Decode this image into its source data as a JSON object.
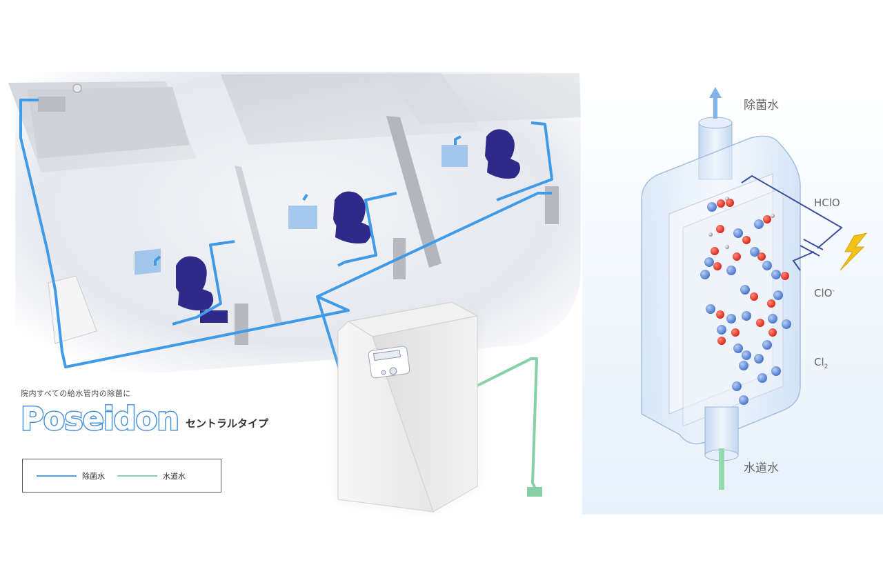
{
  "brand": {
    "caption": "院内すべての給水管内の除菌に",
    "logo": "Poseidon",
    "subtitle": "セントラルタイプ"
  },
  "legend": {
    "items": [
      {
        "label": "除菌水",
        "color": "#4a9fe6"
      },
      {
        "label": "水道水",
        "color": "#86d0a8"
      }
    ]
  },
  "diagram": {
    "labels": {
      "outlet": "除菌水",
      "inlet": "水道水",
      "hclo": "HClO",
      "clo": "ClO",
      "clo_sup": "-",
      "cl2": "Cl",
      "cl2_sub": "2"
    }
  },
  "colors": {
    "sterilized_pipe": "#3f9be8",
    "tap_pipe": "#86d0a8",
    "chair": "#2d2a8a",
    "oxygen": "#e0341f",
    "chlorine": "#5b89d9",
    "lightning": "#f2c21a"
  }
}
